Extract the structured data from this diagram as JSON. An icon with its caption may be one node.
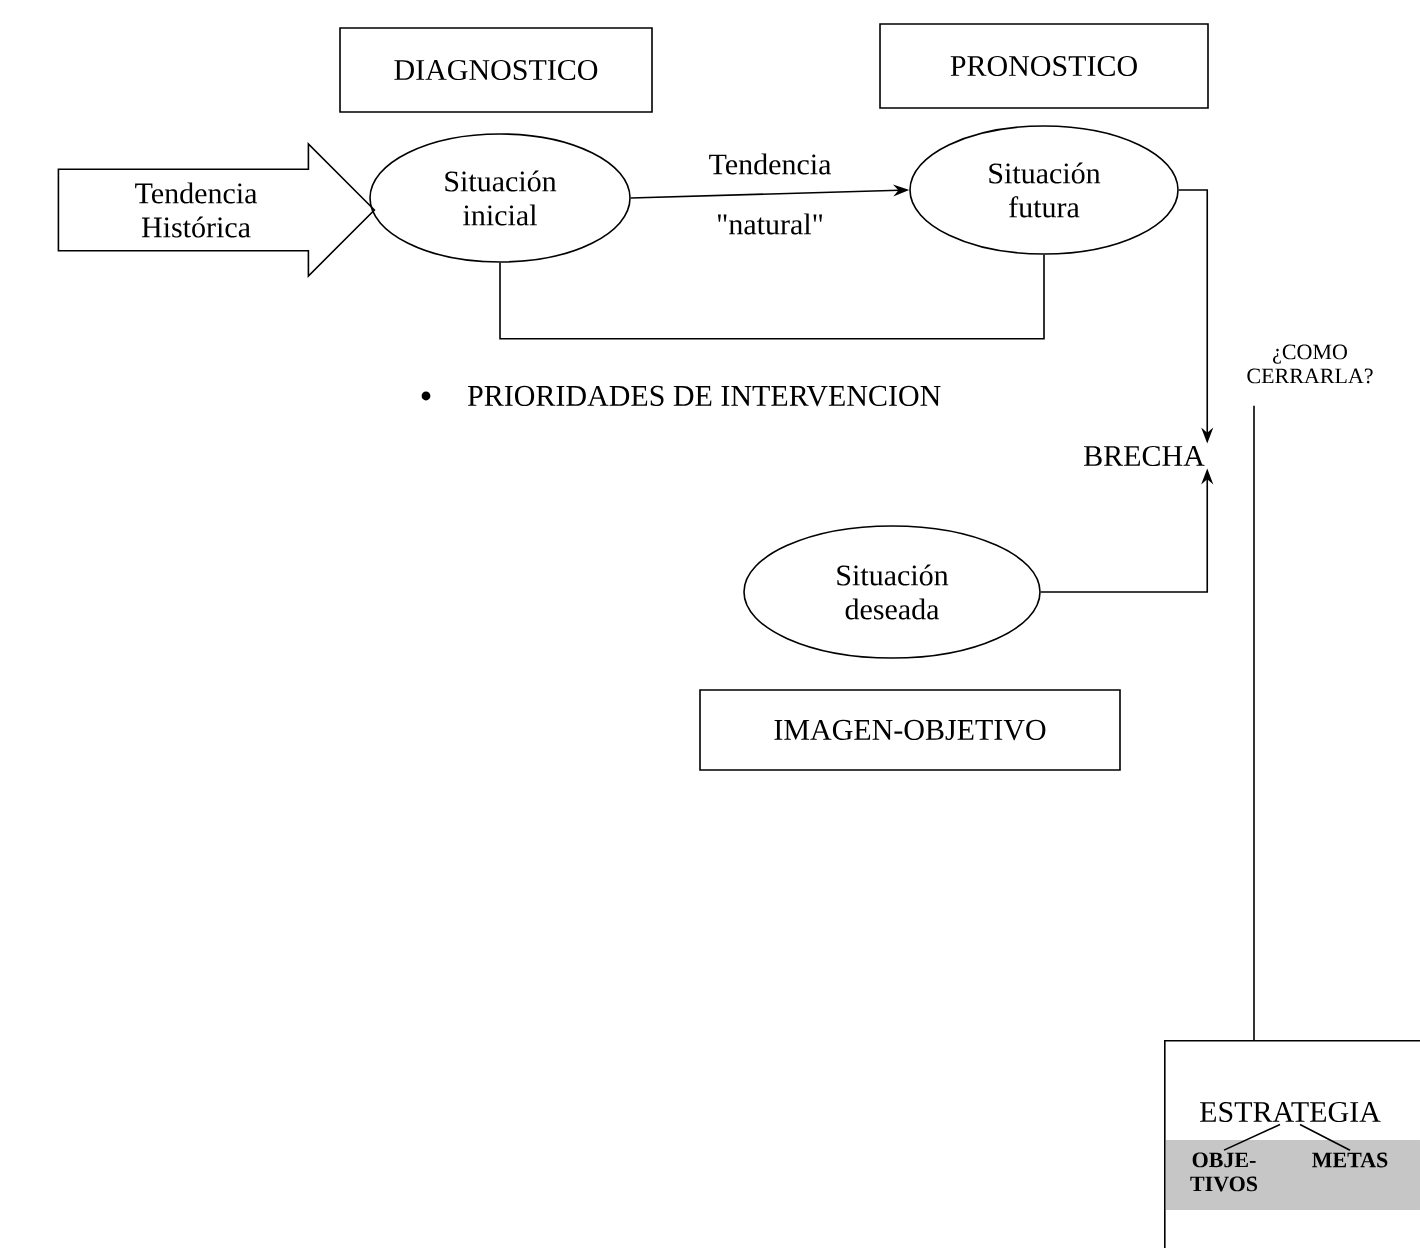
{
  "diagram": {
    "nodes": [
      {
        "text": [
          "DIAGNOSTICO"
        ]
      },
      {
        "text": [
          "PRONOSTICO"
        ]
      },
      {
        "text": [
          "Tendencia Histórica"
        ]
      },
      {
        "text": [
          "Situación inicial"
        ]
      },
      {
        "text": [
          "Situación futura"
        ]
      },
      {
        "text": [
          "¿COMO CERRARLA?"
        ]
      },
      {
        "text": [
          "BRECHA"
        ]
      },
      {
        "text": [
          "Situación deseada"
        ]
      },
      {
        "text": [
          "IMAGEN-OBJETIVO"
        ]
      },
      {
        "text": [],
        "shape": "box"
      },
      {
        "text": [
          "ESTRATEGIA"
        ],
        "in": 9
      },
      {
        "text": [
          "OBJE-TIVOS"
        ],
        "in": 9
      },
      {
        "text": [
          "METAS"
        ],
        "in": 9
      }
    ],
    "edges": [
      {
        "from": 3,
        "to": 4,
        "arrow": "to",
        "label": "Tendencia \"natural\""
      },
      {
        "from": 3,
        "to": 4,
        "arrow": "none"
      },
      {
        "from": 4,
        "to": 6,
        "arrow": "to"
      },
      {
        "from": 7,
        "to": 6,
        "arrow": "to"
      },
      {
        "from": 5,
        "to": 9,
        "arrow": "none"
      },
      {
        "from": 10,
        "to": 11,
        "arrow": "none"
      },
      {
        "from": 10,
        "to": 12,
        "arrow": "none"
      }
    ],
    "labels": [
      "PRIORIDADES DE INTERVENCION"
    ]
  }
}
